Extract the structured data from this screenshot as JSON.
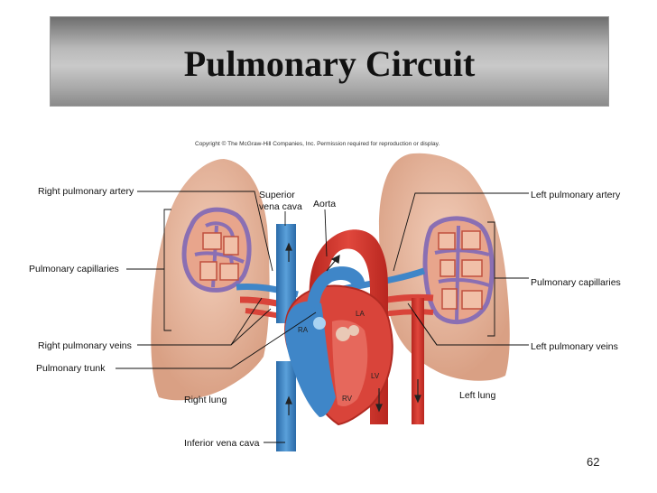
{
  "title": "Pulmonary Circuit",
  "copyright": "Copyright © The McGraw-Hill Companies, Inc. Permission required for reproduction or display.",
  "labels": {
    "right_pulmonary_artery": "Right pulmonary artery",
    "superior_vena_cava_1": "Superior",
    "superior_vena_cava_2": "vena cava",
    "aorta": "Aorta",
    "left_pulmonary_artery": "Left pulmonary artery",
    "pulmonary_capillaries_left_side": "Pulmonary capillaries",
    "pulmonary_capillaries_right_side": "Pulmonary capillaries",
    "right_pulmonary_veins": "Right pulmonary veins",
    "left_pulmonary_veins": "Left pulmonary veins",
    "pulmonary_trunk": "Pulmonary trunk",
    "right_lung": "Right lung",
    "left_lung": "Left lung",
    "inferior_vena_cava": "Inferior vena cava",
    "ra": "RA",
    "la": "LA",
    "lv": "LV",
    "rv": "RV"
  },
  "page_number": "62",
  "colors": {
    "oxygenated": "#d9443a",
    "deoxygenated": "#3f86c8",
    "lung": "#e9b9a3",
    "capillary": "#8a6fb3"
  }
}
